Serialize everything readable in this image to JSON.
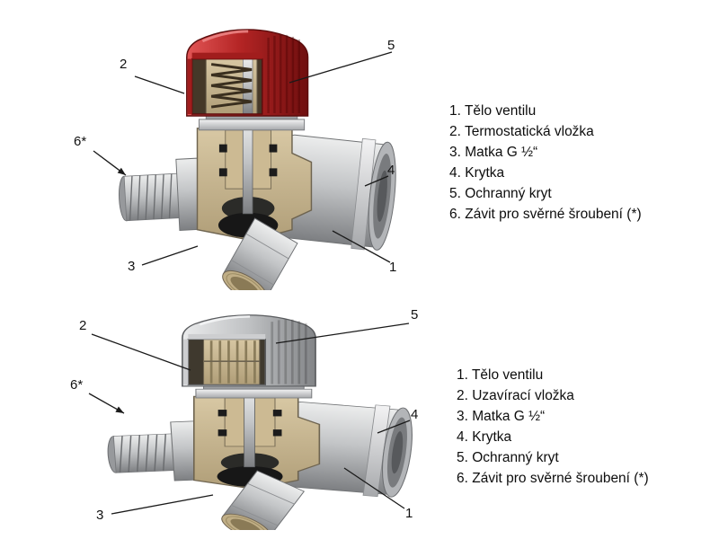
{
  "figures": [
    {
      "id": "thermostatic-valve",
      "cap_color": "#b32424",
      "callouts": {
        "n1": "1",
        "n2": "2",
        "n3": "3",
        "n4": "4",
        "n5": "5",
        "n6": "6*"
      },
      "legend": [
        "1. Tělo ventilu",
        "2. Termostatická vložka",
        "3. Matka G ½“",
        "4. Krytka",
        "5. Ochranný kryt",
        "6. Závit pro svěrné šroubení (*)"
      ]
    },
    {
      "id": "shutoff-valve",
      "cap_color": "#bfc1c3",
      "callouts": {
        "n1": "1",
        "n2": "2",
        "n3": "3",
        "n4": "4",
        "n5": "5",
        "n6": "6*"
      },
      "legend": [
        "1. Tělo ventilu",
        "2. Uzavírací vložka",
        "3. Matka G ½“",
        "4. Krytka",
        "5. Ochranný kryt",
        "6. Závit pro svěrné šroubení (*)"
      ]
    }
  ]
}
